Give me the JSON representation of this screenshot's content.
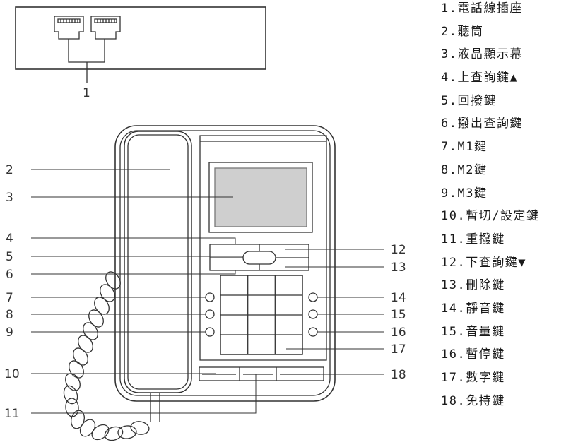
{
  "jack_label": "1",
  "callouts_left": [
    "2",
    "3",
    "4",
    "5",
    "6",
    "7",
    "8",
    "9",
    "10",
    "11"
  ],
  "callouts_right": [
    "12",
    "13",
    "14",
    "15",
    "16",
    "17",
    "18"
  ],
  "legend": [
    "1.電話線插座",
    "2.聽筒",
    "3.液晶顯示幕",
    "4.上查詢鍵▲",
    "5.回撥鍵",
    "6.撥出查詢鍵",
    "7.M1鍵",
    "8.M2鍵",
    "9.M3鍵",
    "10.暫切/設定鍵",
    "11.重撥鍵",
    "12.下查詢鍵▼",
    "13.刪除鍵",
    "14.靜音鍵",
    "15.音量鍵",
    "16.暫停鍵",
    "17.數字鍵",
    "18.免持鍵"
  ]
}
